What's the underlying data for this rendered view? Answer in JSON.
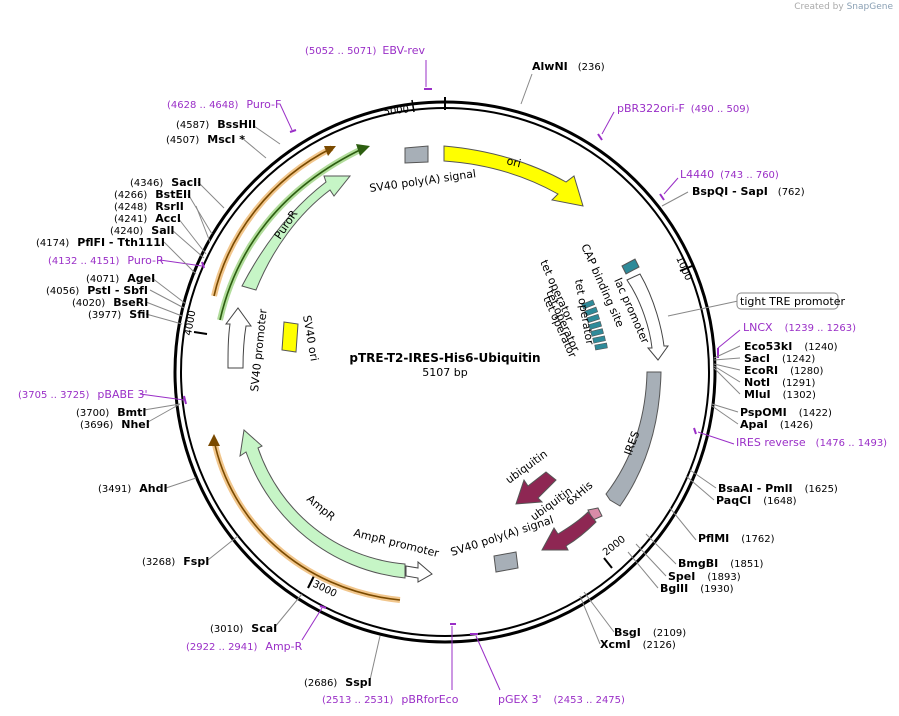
{
  "credit": {
    "prefix": "Created by",
    "brand": "SnapGene"
  },
  "title": "pTRE-T2-IRES-His6-Ubiquitin",
  "size_label": "5107 bp",
  "ticks": [
    "1000",
    "2000",
    "3000",
    "4000",
    "5000"
  ],
  "features": {
    "ori": "ori",
    "sv40_polya_top": "SV40 poly(A) signal",
    "cap_binding": "CAP binding site",
    "lac_promoter": "lac promoter",
    "tet_operator_1": "tet operator",
    "tet_operator_2": "tet operator",
    "tet_operator_3": "tet operator",
    "tet_operator_4": "tet operator",
    "tight_tre": "tight TRE promoter",
    "ires": "IRES",
    "ubiquitin_1": "ubiquitin",
    "ubiquitin_2": "ubiquitin",
    "his6": "6xHis",
    "sv40_polya_bottom": "SV40 poly(A) signal",
    "ampr_promoter": "AmpR promoter",
    "ampr": "AmpR",
    "sv40_promoter": "SV40 promoter",
    "sv40_ori": "SV40 ori",
    "puror": "PuroR"
  },
  "sites": [
    {
      "name": "AlwNI",
      "pos": "(236)"
    },
    {
      "name": "BspQI  - SapI",
      "pos": "(762)"
    },
    {
      "name": "Eco53kI",
      "pos": "(1240)"
    },
    {
      "name": "SacI",
      "pos": "(1242)"
    },
    {
      "name": "EcoRI",
      "pos": "(1280)"
    },
    {
      "name": "NotI",
      "pos": "(1291)"
    },
    {
      "name": "MluI",
      "pos": "(1302)"
    },
    {
      "name": "PspOMI",
      "pos": "(1422)"
    },
    {
      "name": "ApaI",
      "pos": "(1426)"
    },
    {
      "name": "BsaAI  - PmlI",
      "pos": "(1625)"
    },
    {
      "name": "PaqCI",
      "pos": "(1648)"
    },
    {
      "name": "PflMI",
      "pos": "(1762)"
    },
    {
      "name": "BmgBI",
      "pos": "(1851)"
    },
    {
      "name": "SpeI",
      "pos": "(1893)"
    },
    {
      "name": "BglII",
      "pos": "(1930)"
    },
    {
      "name": "BsgI",
      "pos": "(2109)"
    },
    {
      "name": "XcmI",
      "pos": "(2126)"
    },
    {
      "name": "SspI",
      "pos": "(2686)"
    },
    {
      "name": "ScaI",
      "pos": "(3010)"
    },
    {
      "name": "FspI",
      "pos": "(3268)"
    },
    {
      "name": "AhdI",
      "pos": "(3491)"
    },
    {
      "name": "BmtI",
      "pos": "(3700)"
    },
    {
      "name": "NheI",
      "pos": "(3696)"
    },
    {
      "name": "SfiI",
      "pos": "(3977)"
    },
    {
      "name": "BseRI",
      "pos": "(4020)"
    },
    {
      "name": "PstI  - SbfI",
      "pos": "(4056)"
    },
    {
      "name": "AgeI",
      "pos": "(4071)"
    },
    {
      "name": "PflFI  - Tth111I",
      "pos": "(4174)"
    },
    {
      "name": "SalI",
      "pos": "(4240)"
    },
    {
      "name": "AccI",
      "pos": "(4241)"
    },
    {
      "name": "RsrII",
      "pos": "(4248)"
    },
    {
      "name": "BstEII",
      "pos": "(4266)"
    },
    {
      "name": "SacII",
      "pos": "(4346)"
    },
    {
      "name": "MscI *",
      "pos": "(4507)"
    },
    {
      "name": "BssHII",
      "pos": "(4587)"
    }
  ],
  "primers": [
    {
      "name": "EBV-rev",
      "pos": "(5052 .. 5071)"
    },
    {
      "name": "pBR322ori-F",
      "pos": "(490 .. 509)"
    },
    {
      "name": "L4440",
      "pos": "(743 .. 760)"
    },
    {
      "name": "LNCX",
      "pos": "(1239 .. 1263)"
    },
    {
      "name": "IRES reverse",
      "pos": "(1476 .. 1493)"
    },
    {
      "name": "pGEX 3'",
      "pos": "(2453 .. 2475)"
    },
    {
      "name": "pBRforEco",
      "pos": "(2513 .. 2531)"
    },
    {
      "name": "Amp-R",
      "pos": "(2922 .. 2941)"
    },
    {
      "name": "pBABE 3'",
      "pos": "(3705 .. 3725)"
    },
    {
      "name": "Puro-R",
      "pos": "(4132 .. 4151)"
    },
    {
      "name": "Puro-F",
      "pos": "(4628 .. 4648)"
    }
  ]
}
